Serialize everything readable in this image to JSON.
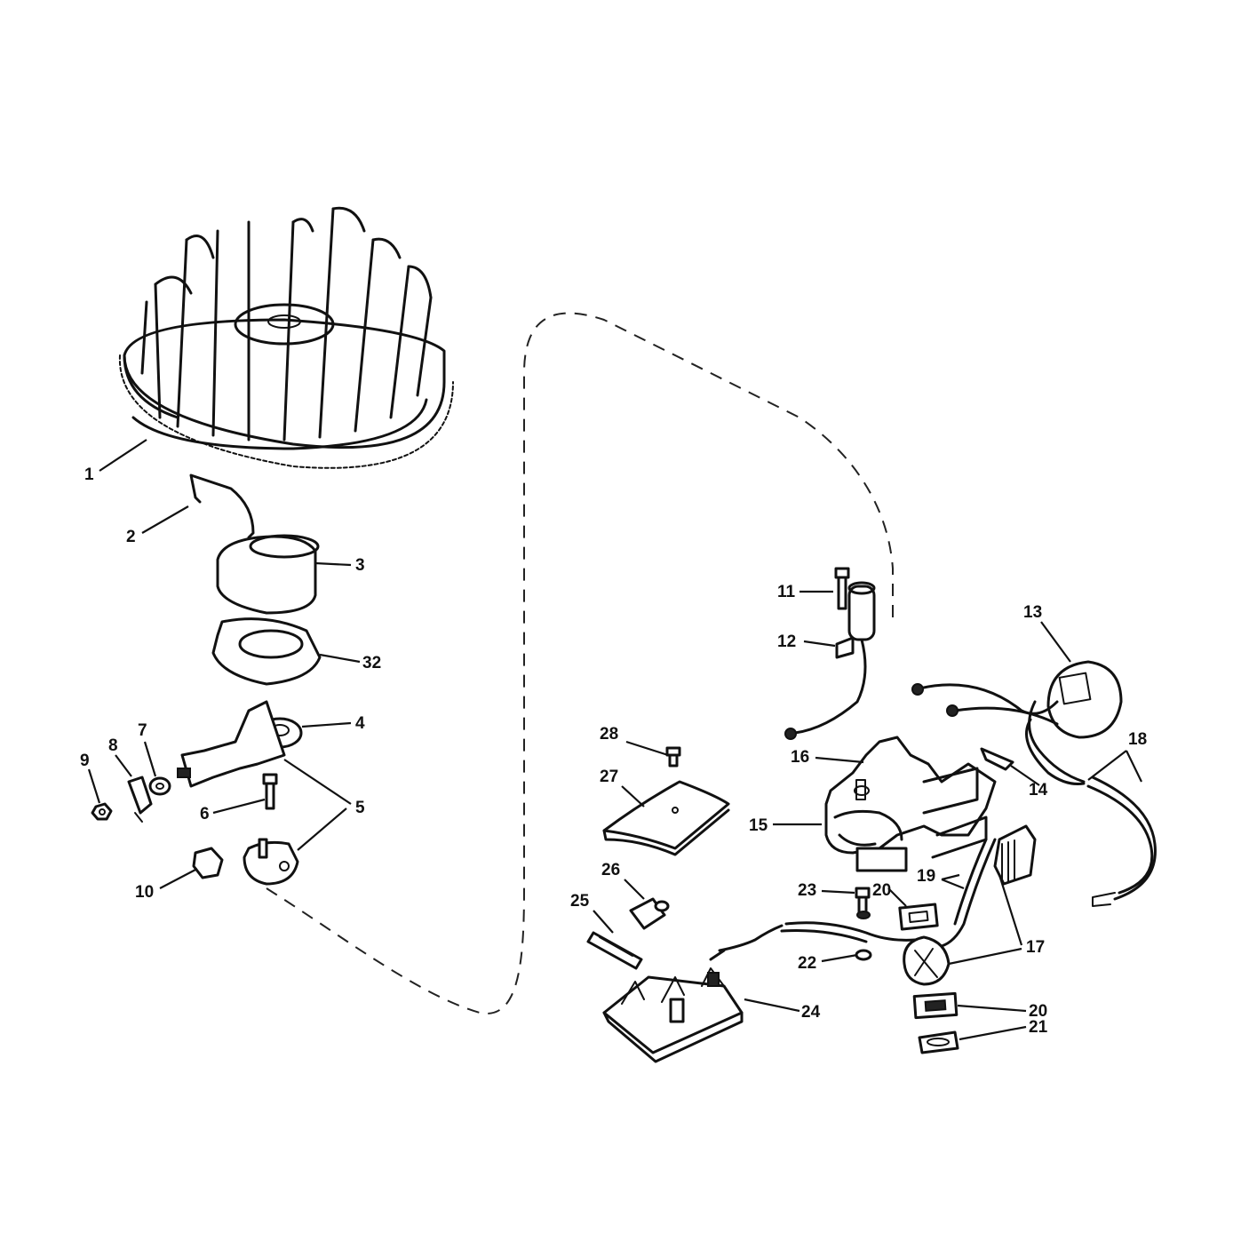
{
  "callouts": [
    {
      "id": "c1",
      "text": "1"
    },
    {
      "id": "c2",
      "text": "2"
    },
    {
      "id": "c3",
      "text": "3"
    },
    {
      "id": "c32",
      "text": "32"
    },
    {
      "id": "c4",
      "text": "4"
    },
    {
      "id": "c5",
      "text": "5"
    },
    {
      "id": "c6",
      "text": "6"
    },
    {
      "id": "c7",
      "text": "7"
    },
    {
      "id": "c8",
      "text": "8"
    },
    {
      "id": "c9",
      "text": "9"
    },
    {
      "id": "c10",
      "text": "10"
    },
    {
      "id": "c11",
      "text": "11"
    },
    {
      "id": "c12",
      "text": "12"
    },
    {
      "id": "c13",
      "text": "13"
    },
    {
      "id": "c14",
      "text": "14"
    },
    {
      "id": "c15",
      "text": "15"
    },
    {
      "id": "c16",
      "text": "16"
    },
    {
      "id": "c17",
      "text": "17"
    },
    {
      "id": "c18",
      "text": "18"
    },
    {
      "id": "c19",
      "text": "19"
    },
    {
      "id": "c20a",
      "text": "20"
    },
    {
      "id": "c20b",
      "text": "20"
    },
    {
      "id": "c21",
      "text": "21"
    },
    {
      "id": "c22",
      "text": "22"
    },
    {
      "id": "c23",
      "text": "23"
    },
    {
      "id": "c24",
      "text": "24"
    },
    {
      "id": "c25",
      "text": "25"
    },
    {
      "id": "c26",
      "text": "26"
    },
    {
      "id": "c27",
      "text": "27"
    },
    {
      "id": "c28",
      "text": "28"
    }
  ]
}
